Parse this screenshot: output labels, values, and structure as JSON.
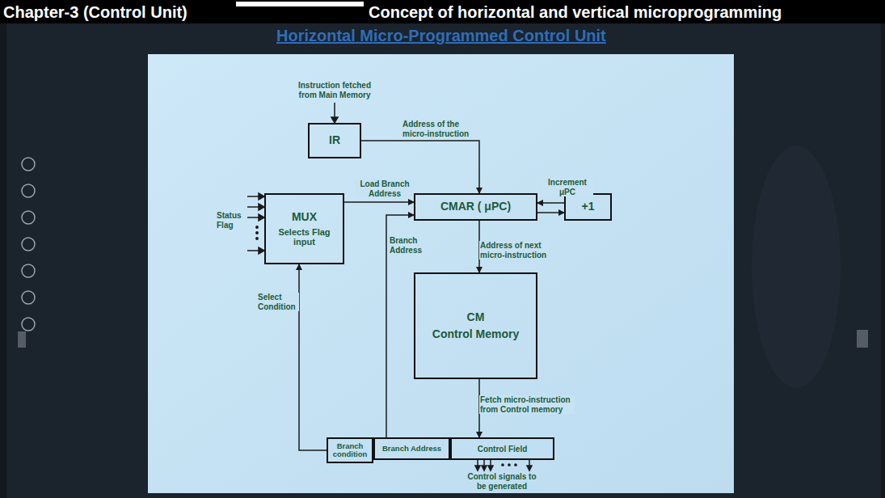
{
  "diagram": {
    "title": "Horizontal  Micro-Programmed Control Unit",
    "nodes": [
      {
        "text": [
          "IR"
        ]
      },
      {
        "text": [
          "MUX",
          "Selects Flag input"
        ]
      },
      {
        "text": [
          "CMAR ( μPC)"
        ]
      },
      {
        "text": [
          "+1"
        ]
      },
      {
        "text": [
          "CM",
          "Control Memory"
        ]
      },
      {
        "text": [
          "Branch condition"
        ]
      },
      {
        "text": [
          "Branch Address"
        ]
      },
      {
        "text": [
          "Control Field"
        ]
      }
    ],
    "edges": [
      {
        "from": 0,
        "to": 2,
        "arrow": "to",
        "label": "Address of the micro-instruction"
      },
      {
        "from": 1,
        "to": 2,
        "arrow": "to",
        "label": "Load Branch Address"
      },
      {
        "from": 3,
        "to": 2,
        "arrow": "to",
        "label": "Increment μPC"
      },
      {
        "from": 2,
        "to": 3,
        "arrow": "to"
      },
      {
        "from": 2,
        "to": 4,
        "arrow": "to",
        "label": "Address of next micro-instruction"
      },
      {
        "from": 4,
        "to": 7,
        "arrow": "to",
        "label": "Fetch micro-instruction from Control memory"
      },
      {
        "from": 6,
        "to": 2,
        "arrow": "to",
        "label": "Branch Address"
      },
      {
        "from": 5,
        "to": 1,
        "arrow": "to",
        "label": "Select Condition"
      }
    ],
    "labels": [
      "Chapter-3 (Control Unit)",
      "Concept of horizontal and vertical microprogramming",
      "Instruction fetched from Main Memory",
      "Status Flag",
      "Control signals to be generated"
    ]
  }
}
